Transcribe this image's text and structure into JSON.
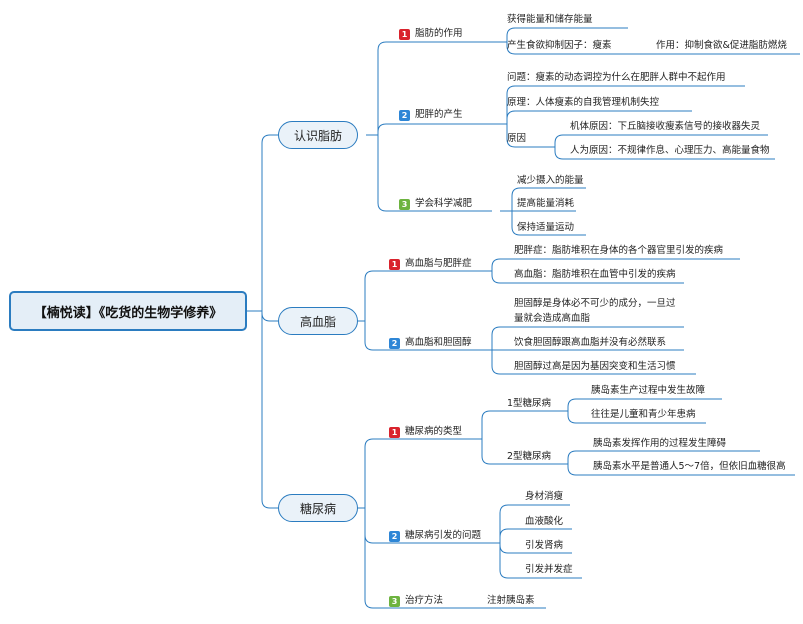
{
  "root": "【楠悦读】《吃货的生物学修养》",
  "colors": {
    "line": "#2b7cc0",
    "badge_red": "#d9232d",
    "badge_blue": "#2e86d6",
    "badge_green": "#6db33f"
  },
  "b1": {
    "title": "认识脂肪",
    "s1": {
      "num": "1",
      "label": "脂肪的作用",
      "items": [
        "获得能量和储存能量",
        "产生食欲抑制因子：瘦素"
      ],
      "sub": "作用：抑制食欲&促进脂肪燃烧"
    },
    "s2": {
      "num": "2",
      "label": "肥胖的产生",
      "items": [
        "问题：瘦素的动态调控为什么在肥胖人群中不起作用",
        "原理：人体瘦素的自我管理机制失控",
        "原因"
      ],
      "causes": [
        "机体原因：下丘脑接收瘦素信号的接收器失灵",
        "人为原因：不规律作息、心理压力、高能量食物"
      ]
    },
    "s3": {
      "num": "3",
      "label": "学会科学减肥",
      "items": [
        "减少摄入的能量",
        "提高能量消耗",
        "保持适量运动"
      ]
    }
  },
  "b2": {
    "title": "高血脂",
    "s1": {
      "num": "1",
      "label": "高血脂与肥胖症",
      "items": [
        "肥胖症：脂肪堆积在身体的各个器官里引发的疾病",
        "高血脂：脂肪堆积在血管中引发的疾病"
      ]
    },
    "s2": {
      "num": "2",
      "label": "高血脂和胆固醇",
      "item1_line1": "胆固醇是身体必不可少的成分，一旦过",
      "item1_line2": "量就会造成高血脂",
      "items": [
        "饮食胆固醇跟高血脂并没有必然联系",
        "胆固醇过高是因为基因突变和生活习惯"
      ]
    }
  },
  "b3": {
    "title": "糖尿病",
    "s1": {
      "num": "1",
      "label": "糖尿病的类型",
      "t1": "1型糖尿病",
      "t1_items": [
        "胰岛素生产过程中发生故障",
        "往往是儿童和青少年患病"
      ],
      "t2": "2型糖尿病",
      "t2_items": [
        "胰岛素发挥作用的过程发生障碍",
        "胰岛素水平是普通人5～7倍，但依旧血糖很高"
      ]
    },
    "s2": {
      "num": "2",
      "label": "糖尿病引发的问题",
      "items": [
        "身材消瘦",
        "血液酸化",
        "引发肾病",
        "引发并发症"
      ]
    },
    "s3": {
      "num": "3",
      "label": "治疗方法",
      "item": "注射胰岛素"
    }
  }
}
